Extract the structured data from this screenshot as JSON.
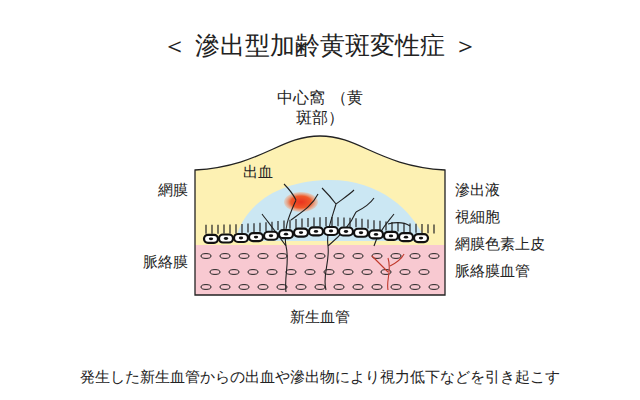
{
  "diagram": {
    "title": "＜ 滲出型加齢黄斑変性症 ＞",
    "caption": "発生した新生血管からの出血や滲出物により視力低下などを引き起こす",
    "labels": [
      "中心窩 （黄斑部）",
      "出血",
      "網膜",
      "脈絡膜",
      "滲出液",
      "視細胞",
      "網膜色素上皮",
      "脈絡膜血管",
      "新生血管"
    ]
  }
}
